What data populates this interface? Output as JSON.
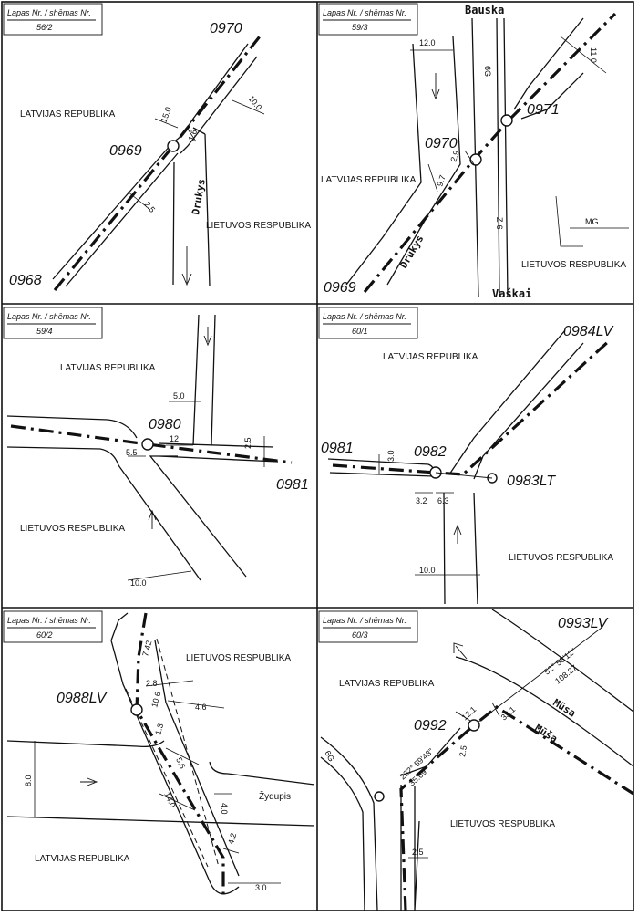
{
  "sheet_header_label": "Lapas Nr. / shēmas Nr.",
  "panels": [
    {
      "id": "p1",
      "sheet_no": "56/2",
      "points": [
        "0970",
        "0969",
        "0968"
      ],
      "country_lv": "LATVIJAS REPUBLIKA",
      "country_lt": "LIETUVOS RESPUBLIKA",
      "road_name": "Drukys",
      "dims": [
        "15.0",
        "10.0",
        "1.6",
        "2.5"
      ]
    },
    {
      "id": "p2",
      "sheet_no": "59/3",
      "points": [
        "0970",
        "0971",
        "0969"
      ],
      "country_lv": "LATVIJAS REPUBLIKA",
      "country_lt": "LIETUVOS RESPUBLIKA",
      "road_name": "Drukys",
      "place_north": "Bauska",
      "place_south": "Vaškai",
      "road_code_north": "6G",
      "road_code_south": "Z-6",
      "area_label": "MG",
      "dims": [
        "12.0",
        "11.0",
        "2.9",
        "9.7"
      ]
    },
    {
      "id": "p3",
      "sheet_no": "59/4",
      "points": [
        "0980",
        "0981"
      ],
      "country_lv": "LATVIJAS REPUBLIKA",
      "country_lt": "LIETUVOS RESPUBLIKA",
      "dims": [
        "5.0",
        "12",
        "2.5",
        "5.5",
        "10.0"
      ]
    },
    {
      "id": "p4",
      "sheet_no": "60/1",
      "points": [
        "0984LV",
        "0981",
        "0982",
        "0983LT"
      ],
      "country_lv": "LATVIJAS REPUBLIKA",
      "country_lt": "LIETUVOS RESPUBLIKA",
      "dims": [
        "3.0",
        "3.2",
        "6.3",
        "10.0"
      ]
    },
    {
      "id": "p5",
      "sheet_no": "60/2",
      "points": [
        "0988LV"
      ],
      "country_lv": "LATVIJAS REPUBLIKA",
      "country_lt": "LIETUVOS RESPUBLIKA",
      "river_name": "Žydupis",
      "dims": [
        "7.42",
        "2.8",
        "10.6",
        "4.6",
        "1.3",
        "8.0",
        "5.6",
        "14.0",
        "4.0",
        "4.2",
        "3.0"
      ]
    },
    {
      "id": "p6",
      "sheet_no": "60/3",
      "points": [
        "0993LV",
        "0992"
      ],
      "country_lv": "LATVIJAS REPUBLIKA",
      "country_lt": "LIETUVOS RESPUBLIKA",
      "river_name_1": "Mūsa",
      "river_name_2": "Mūša",
      "road_code": "6G",
      "bearing_1": "52° 53'12\"",
      "distance_1": "108.27",
      "bearing_2": "232° 59'43\"",
      "distance_2": "35.69",
      "dims": [
        "12.1",
        "33.1",
        "2.5",
        "2.5"
      ]
    }
  ]
}
